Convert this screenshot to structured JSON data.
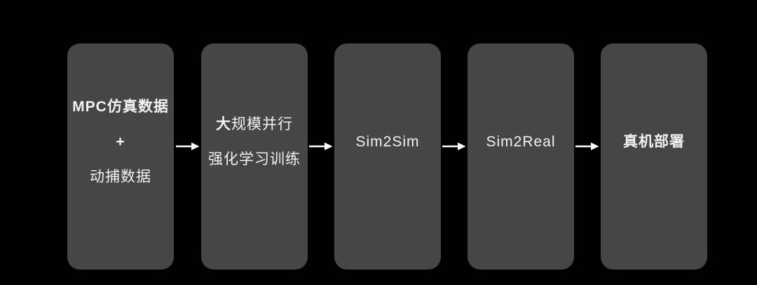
{
  "diagram": {
    "colors": {
      "background": "#010101",
      "box": "#464646",
      "text": "#f2f2f2",
      "arrow": "#ffffff"
    },
    "flow": {
      "node1": {
        "line1": "MPC仿真数据",
        "line2": "+",
        "line3": "动捕数据"
      },
      "node2": {
        "line1_emphasis": "大",
        "line1_rest": "规模并行",
        "line2": "强化学习训练"
      },
      "node3": {
        "label": "Sim2Sim"
      },
      "node4": {
        "label": "Sim2Real"
      },
      "node5": {
        "label": "真机部署"
      }
    }
  }
}
